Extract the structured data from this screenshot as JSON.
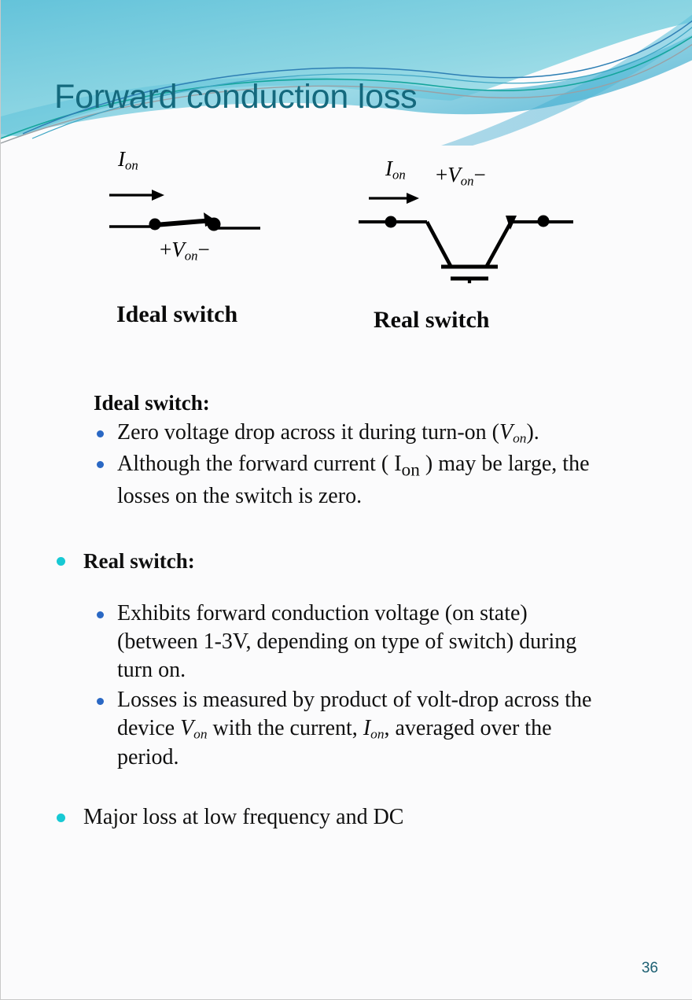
{
  "slide": {
    "title": "Forward conduction loss",
    "page_number": "36",
    "background_color": "#fbfbfc",
    "title_color": "#14697d",
    "accent_teal": "#17c9d4",
    "accent_blue": "#2a68c4",
    "band_colors": [
      "#6fc9dd",
      "#9fdbe6",
      "#3ca8cf",
      "#14a59c",
      "#9aa0a4"
    ]
  },
  "diagrams": [
    {
      "name": "ideal-switch",
      "caption": "Ideal switch",
      "current_label": {
        "symbol": "I",
        "subscript": "on"
      },
      "voltage_label": {
        "plus": "+",
        "symbol": "V",
        "subscript": "on",
        "minus": "−"
      }
    },
    {
      "name": "real-switch",
      "caption": "Real switch",
      "current_label": {
        "symbol": "I",
        "subscript": "on"
      },
      "voltage_label": {
        "plus": "+",
        "symbol": "V",
        "subscript": "on",
        "minus": "−"
      }
    }
  ],
  "content": {
    "ideal_heading": "Ideal switch:",
    "ideal_bullets": [
      {
        "pre": "Zero voltage drop across it during turn-on (",
        "var": "V",
        "sub": "on",
        "post": ")."
      },
      {
        "pre": "Although the forward current ( I",
        "sub_inline": "on",
        "post": " ) may be large, the losses on the switch is zero."
      }
    ],
    "real_heading": "Real switch:",
    "real_bullets": [
      {
        "text": "Exhibits forward conduction voltage (on state) (between 1-3V, depending on type of switch) during turn on."
      },
      {
        "pre": "Losses is measured by product of volt-drop across the device ",
        "var1": "V",
        "sub1": "on",
        "mid": " with the current, ",
        "var2": "I",
        "sub2": "on",
        "post": ", averaged over the period."
      }
    ],
    "final_bullet": "Major loss at low frequency and DC"
  }
}
